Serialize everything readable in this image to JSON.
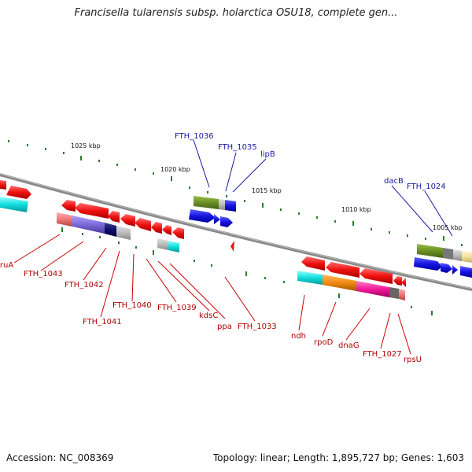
{
  "title": "Francisella tularensis subsp. holarctica OSU18, complete gen...",
  "footer": {
    "accession": "Accession: NC_008369",
    "summary": "Topology: linear; Length: 1,895,727 bp; Genes: 1,603"
  },
  "kbp_labels": [
    "1025 kbp",
    "1020 kbp",
    "1015 kbp",
    "1010 kbp",
    "1005 kbp"
  ],
  "top_gene_labels": [
    "FTH_1036",
    "FTH_1035",
    "lipB",
    "dacB",
    "FTH_1024"
  ],
  "bottom_gene_labels": [
    "truA",
    "FTH_1043",
    "FTH_1042",
    "FTH_1041",
    "FTH_1040",
    "FTH_1039",
    "kdsC",
    "ppa",
    "FTH_1033",
    "ndh",
    "rpoD",
    "dnaG",
    "FTH_1027",
    "rpsU"
  ],
  "colors": {
    "red": "#ee1111",
    "blue": "#1515e0",
    "green": "#6b8e23",
    "cyan": "#11dddd",
    "tick_green": "#2e7d2e",
    "backbone": "#888888"
  }
}
